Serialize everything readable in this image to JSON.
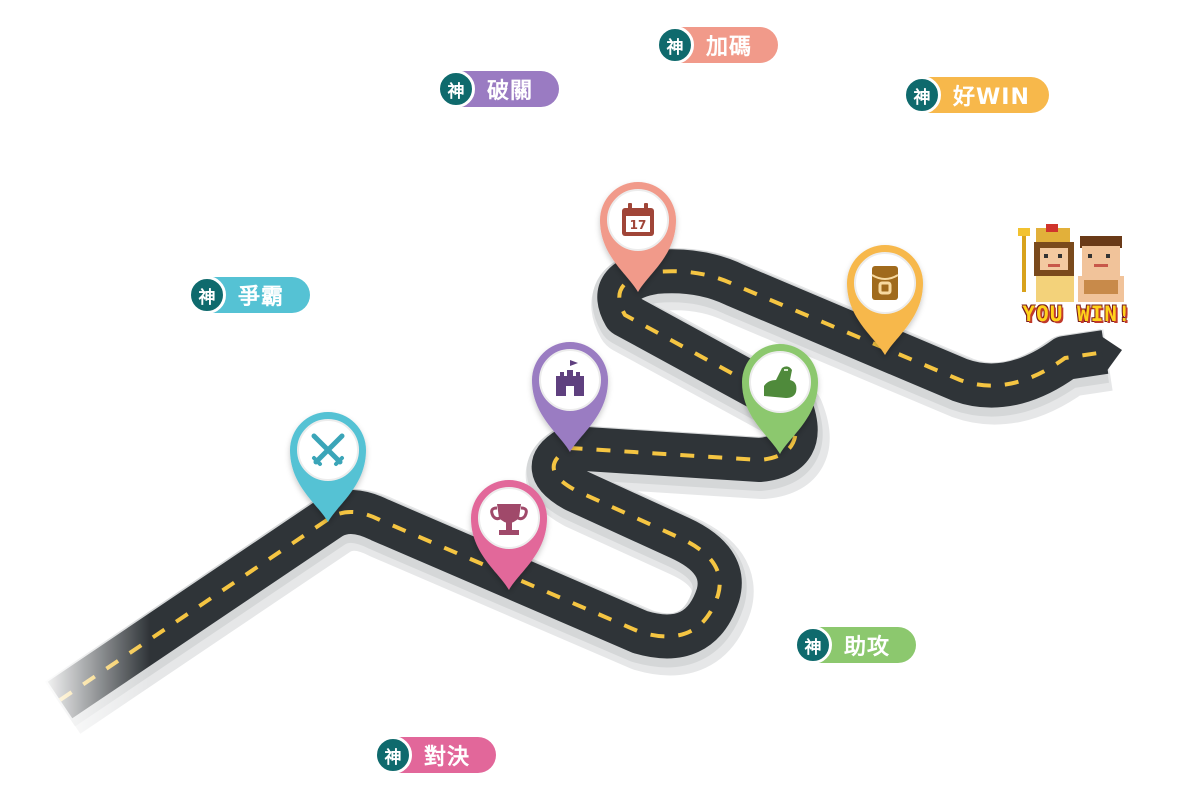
{
  "tags": [
    {
      "id": "jiama",
      "badge": "神",
      "label": "加碼",
      "color": "#f19a8a"
    },
    {
      "id": "poguan",
      "badge": "神",
      "label": "破關",
      "color": "#9a7bc2"
    },
    {
      "id": "haowin",
      "badge": "神",
      "label": "好WIN",
      "color": "#f7b84b"
    },
    {
      "id": "zhengba",
      "badge": "神",
      "label": "爭霸",
      "color": "#55c2d4"
    },
    {
      "id": "zhugong",
      "badge": "神",
      "label": "助攻",
      "color": "#8cc86e"
    },
    {
      "id": "duijue",
      "badge": "神",
      "label": "對決",
      "color": "#e2679a"
    }
  ],
  "pins": [
    {
      "id": "battle",
      "icon": "crossed-swords-icon",
      "color": "#55c2d4",
      "icon_color": "#3aa5b8"
    },
    {
      "id": "trophy",
      "icon": "trophy-icon",
      "color": "#e2679a",
      "icon_color": "#a04a6a"
    },
    {
      "id": "castle",
      "icon": "castle-icon",
      "color": "#9a7bc2",
      "icon_color": "#5e3f7f"
    },
    {
      "id": "calendar",
      "icon": "calendar-icon",
      "color": "#f19a8a",
      "icon_color": "#a04538",
      "text": "17"
    },
    {
      "id": "muscle",
      "icon": "flexed-arm-icon",
      "color": "#8cc86e",
      "icon_color": "#4f8a3a"
    },
    {
      "id": "red-envelope",
      "icon": "red-envelope-icon",
      "color": "#f7b84b",
      "icon_color": "#a06a1a"
    }
  ],
  "finish": {
    "text": "YOU WIN!"
  },
  "colors": {
    "road": "#2f3438",
    "dash": "#f5c542",
    "curb": "#d5d7d8",
    "badge": "#0f6a6d"
  }
}
